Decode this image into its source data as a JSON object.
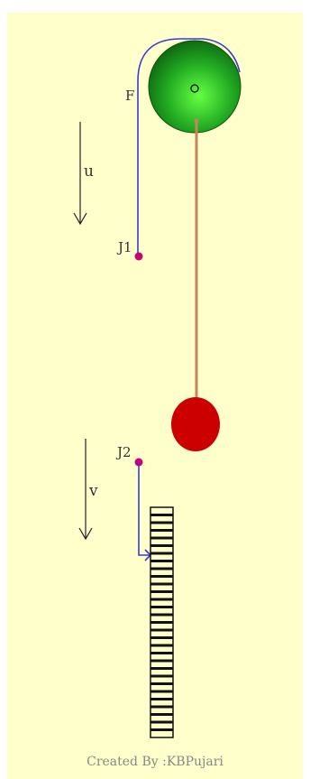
{
  "labels": {
    "point_f": "F",
    "velocity_u": "u",
    "velocity_v": "v",
    "junction_1": "J1",
    "junction_2": "J2"
  },
  "footer": {
    "credit": "Created By :KBPujari"
  },
  "colors": {
    "background": "#ffffcc",
    "pulley_light": "#66ff44",
    "pulley_dark": "#0b5f10",
    "string": "#3a3ad6",
    "rod": "#c8845a",
    "bob": "#cc0000",
    "junction": "#cc0077",
    "arrow": "#222222",
    "tape": "#111111"
  }
}
